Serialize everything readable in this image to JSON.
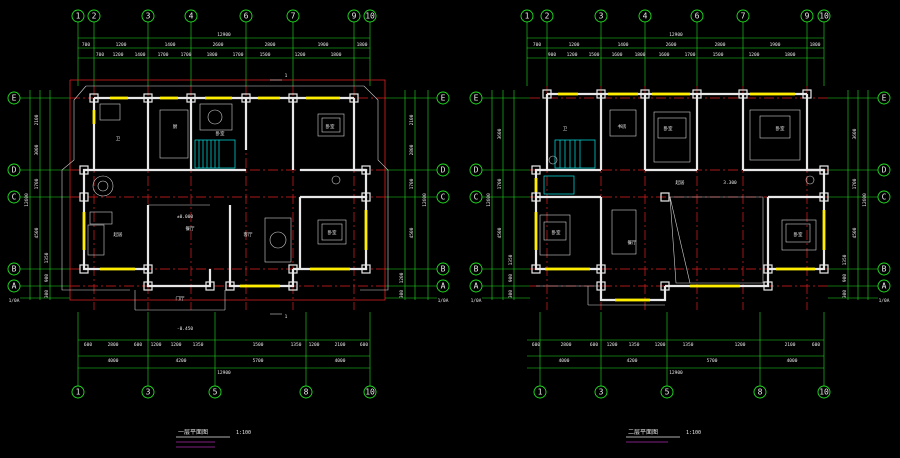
{
  "plans": [
    {
      "id": "first-floor",
      "title": "一层平面图",
      "scale": "1:100",
      "top_grid": [
        "1",
        "2",
        "3",
        "4",
        "6",
        "7",
        "9",
        "10"
      ],
      "bottom_grid": [
        "1",
        "3",
        "5",
        "8",
        "10"
      ],
      "left_grid": [
        "E",
        "D",
        "C",
        "B",
        "A",
        "1/0A"
      ],
      "right_grid": [
        "E",
        "D",
        "C",
        "B",
        "A",
        "1/0A"
      ],
      "overall_width": "12900",
      "top_dims_row1": [
        "700",
        "1200",
        "1400",
        "2600",
        "2800",
        "1900",
        "1800"
      ],
      "top_dims_row2": [
        "700",
        "1200",
        "1400",
        "1700",
        "1700",
        "1800",
        "1700",
        "1500",
        "1200",
        "1800"
      ],
      "bottom_dims_row1": [
        "600",
        "2800",
        "600",
        "1200",
        "1200",
        "1350",
        "1500",
        "1350",
        "1200",
        "2100",
        "600"
      ],
      "bottom_dims_row2": [
        "4000",
        "4200",
        "5700",
        "4000"
      ],
      "left_dims": [
        "2100",
        "3000",
        "1700",
        "4500",
        "1350",
        "900",
        "300"
      ],
      "right_dims": [
        "2100",
        "2800",
        "1700",
        "4500",
        "1200",
        "300"
      ],
      "total_depth": "12600",
      "rooms": [
        "卫",
        "厨",
        "卧室",
        "卧室",
        "餐厅",
        "客厅",
        "卧室",
        "起居",
        "门厅"
      ],
      "levels": [
        "±0.000",
        "-0.450"
      ],
      "section_mark": "1"
    },
    {
      "id": "second-floor",
      "title": "二层平面图",
      "scale": "1:100",
      "top_grid": [
        "1",
        "2",
        "3",
        "4",
        "6",
        "7",
        "9",
        "10"
      ],
      "bottom_grid": [
        "1",
        "3",
        "5",
        "8",
        "10"
      ],
      "left_grid": [
        "E",
        "D",
        "C",
        "B",
        "A",
        "1/0A"
      ],
      "right_grid": [
        "E",
        "D",
        "C",
        "B",
        "A",
        "1/0A"
      ],
      "overall_width": "12900",
      "top_dims_row1": [
        "700",
        "1200",
        "1400",
        "2600",
        "2800",
        "1900",
        "1800"
      ],
      "top_dims_row2": [
        "900",
        "1200",
        "1500",
        "1600",
        "1800",
        "1600",
        "1700",
        "1500",
        "1200",
        "1800"
      ],
      "bottom_dims_row1": [
        "600",
        "2800",
        "600",
        "1200",
        "1350",
        "1200",
        "1350",
        "1200",
        "2100",
        "600"
      ],
      "bottom_dims_row2": [
        "4000",
        "4200",
        "5700",
        "4000"
      ],
      "left_dims": [
        "3600",
        "1700",
        "4500",
        "1350",
        "900",
        "300"
      ],
      "right_dims": [
        "3600",
        "1700",
        "4500",
        "1350",
        "900",
        "300"
      ],
      "total_depth": "12600",
      "rooms": [
        "卫",
        "书房",
        "卧室",
        "卧室",
        "卧室",
        "卧室",
        "起居",
        "餐厅"
      ],
      "levels": [
        "3.300"
      ]
    }
  ],
  "colors": {
    "background": "#000000",
    "grid_bubble": "#21e021",
    "axis_line": "#e02020",
    "wall": "#e8e8e8",
    "window": "#ffee00",
    "stair": "#00e8e8"
  }
}
